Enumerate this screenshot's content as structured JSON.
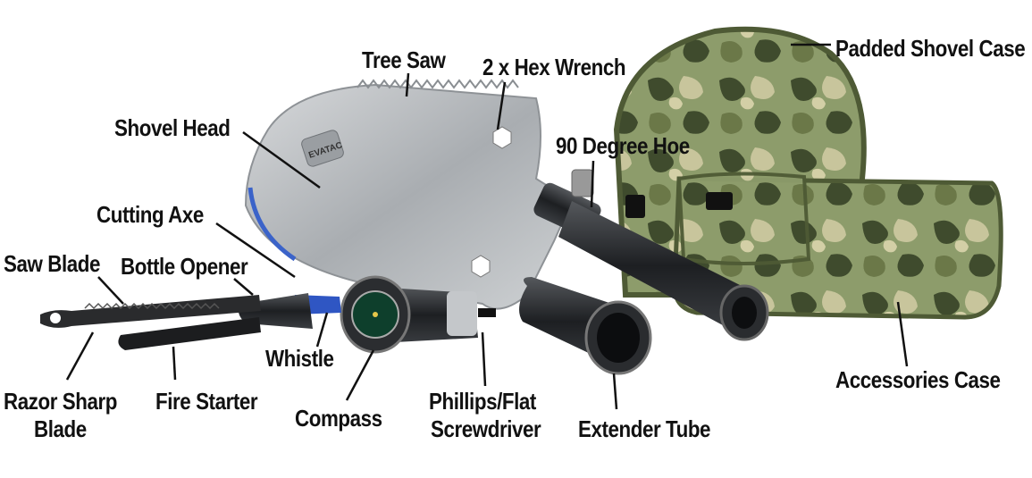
{
  "labels": {
    "tree_saw": "Tree Saw",
    "hex_wrench": "2 x Hex Wrench",
    "padded_case": "Padded Shovel Case",
    "shovel_head": "Shovel Head",
    "hoe": "90 Degree Hoe",
    "cutting_axe": "Cutting Axe",
    "saw_blade": "Saw Blade",
    "bottle_opener": "Bottle Opener",
    "whistle": "Whistle",
    "razor_line1": "Razor Sharp",
    "razor_line2": "Blade",
    "fire_starter": "Fire Starter",
    "compass": "Compass",
    "screwdriver_line1": "Phillips/Flat",
    "screwdriver_line2": "Screwdriver",
    "extender_tube": "Extender Tube",
    "accessories_case": "Accessories Case"
  },
  "brand_mark": "EVATAC",
  "colors": {
    "camo_base": "#8a9a6a",
    "camo_dark": "#3e4a2c",
    "camo_mid": "#6d7a4a",
    "camo_light": "#c9c7a0",
    "steel": "#b9bcbf",
    "handle": "#2a2c2f"
  }
}
